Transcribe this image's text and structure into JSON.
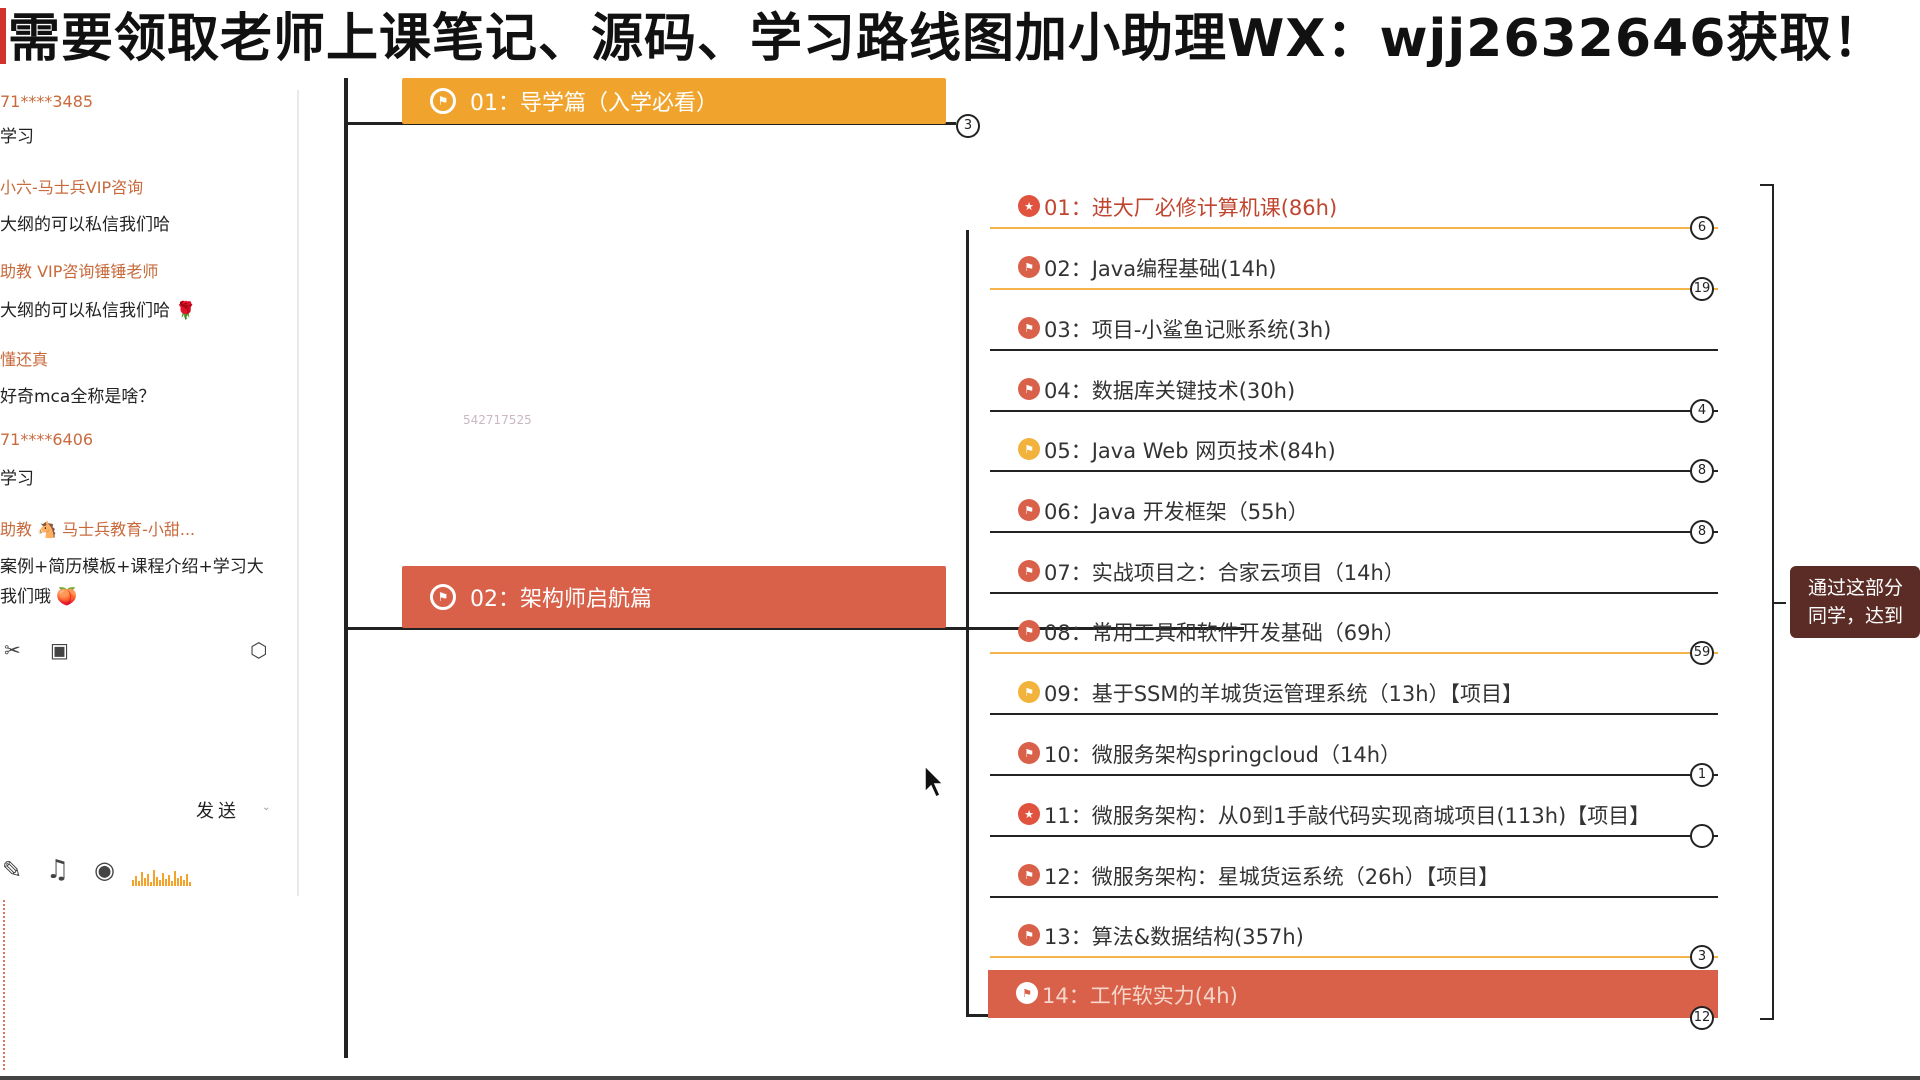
{
  "banner": {
    "text": "需要领取老师上课笔记、源码、学习路线图加小助理WX：wjj2632646获取！"
  },
  "chat": {
    "messages": [
      {
        "name": "71****3485",
        "text": "学习"
      },
      {
        "name": "小六-马士兵VIP咨询",
        "text": "大纲的可以私信我们哈"
      },
      {
        "name": "助教 VIP咨询锤锤老师",
        "text": "大纲的可以私信我们哈 🌹"
      },
      {
        "name": "懂还真",
        "text": "好奇mca全称是啥？"
      },
      {
        "name": "71****6406",
        "text": "学习"
      },
      {
        "name": "助教 🐴 马士兵教育-小甜...",
        "text": "案例+简历模板+课程介绍+学习大"
      },
      {
        "name": "",
        "text": "我们哦 🍑"
      }
    ],
    "toolbar": {
      "scissors_icon": "✂",
      "image_icon": "▣",
      "settings_icon": "⬡"
    },
    "send_label": "发送",
    "send_hint": "⌄",
    "bottom_tools": {
      "mic_off_icon": "✎",
      "music_icon": "♫",
      "camera_icon": "◉"
    }
  },
  "mindmap": {
    "watermark": "542717525",
    "parents": [
      {
        "label": "01：导学篇（入学必看）",
        "color": "#f0a42e",
        "counter": "3"
      },
      {
        "label": "02：架构师启航篇",
        "color": "#d9614a"
      }
    ],
    "children": [
      {
        "label": "01：进大厂必修计算机课(86h)",
        "icon_color": "#e0533f",
        "counter": "6",
        "line": "orange",
        "highlight": false
      },
      {
        "label": "02：Java编程基础(14h)",
        "icon_color": "#d9614a",
        "counter": "19",
        "line": "orange",
        "highlight": false
      },
      {
        "label": "03：项目-小鲨鱼记账系统(3h)",
        "icon_color": "#d9614a",
        "counter": "",
        "line": "dark",
        "highlight": false
      },
      {
        "label": "04：数据库关键技术(30h)",
        "icon_color": "#d9614a",
        "counter": "4",
        "line": "dark",
        "highlight": false
      },
      {
        "label": "05：Java Web 网页技术(84h)",
        "icon_color": "#f2b33c",
        "counter": "8",
        "line": "dark",
        "highlight": false
      },
      {
        "label": "06：Java 开发框架（55h）",
        "icon_color": "#d9614a",
        "counter": "8",
        "line": "dark",
        "highlight": false
      },
      {
        "label": "07：实战项目之：合家云项目（14h）",
        "icon_color": "#d9614a",
        "counter": "",
        "line": "dark",
        "highlight": false
      },
      {
        "label": "08：常用工具和软件开发基础（69h）",
        "icon_color": "#d9614a",
        "counter": "59",
        "line": "orange",
        "highlight": false
      },
      {
        "label": "09：基于SSM的羊城货运管理系统（13h）【项目】",
        "icon_color": "#f2b33c",
        "counter": "",
        "line": "dark",
        "highlight": false
      },
      {
        "label": "10：微服务架构springcloud（14h）",
        "icon_color": "#d9614a",
        "counter": "1",
        "line": "dark",
        "highlight": false
      },
      {
        "label": "11：微服务架构：从0到1手敲代码实现商城项目(113h)【项目】",
        "icon_color": "#e0533f",
        "counter": "",
        "line": "dark",
        "highlight": false
      },
      {
        "label": "12：微服务架构：星城货运系统（26h）【项目】",
        "icon_color": "#d9614a",
        "counter": "",
        "line": "dark",
        "highlight": false
      },
      {
        "label": "13：算法&数据结构(357h)",
        "icon_color": "#d9614a",
        "counter": "3",
        "line": "orange",
        "highlight": false
      },
      {
        "label": "14：工作软实力(4h)",
        "icon_color": "#ffffff",
        "counter": "12",
        "line": "orange",
        "highlight": true
      }
    ],
    "tooltip": {
      "line1": "通过这部分",
      "line2": "同学，达到"
    }
  }
}
